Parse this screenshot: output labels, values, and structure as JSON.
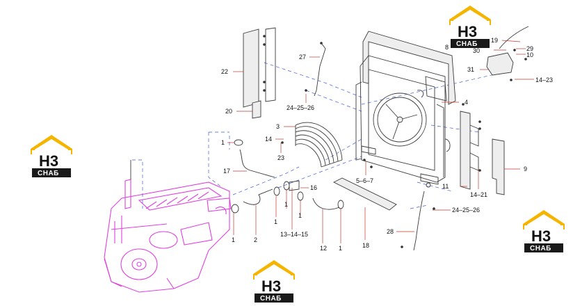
{
  "colors": {
    "leader": "#c0392b",
    "dashed_link": "#3b5bdb",
    "engine": "#e040e0",
    "logo_gold": "#f5b400",
    "logo_dark": "#1a1a1a"
  },
  "logo": {
    "top_text": "H3",
    "bottom_text": "CHAБ"
  },
  "callouts": {
    "c8": "8",
    "c19": "19",
    "c29": "29",
    "c10": "10",
    "c30": "30",
    "c31": "31",
    "c14_23_top": "14–23",
    "c22": "22",
    "c27": "27",
    "c24_25_26_top": "24–25–26",
    "c20": "20",
    "c4": "4",
    "c3": "3",
    "c14_mid": "14",
    "c23": "23",
    "c1_a": "1",
    "c17": "17",
    "c5_6_7": "5–6–7",
    "c9": "9",
    "c11": "11",
    "c14_21": "14–21",
    "c16": "16",
    "c1_b": "1",
    "c1_c": "1",
    "c24_25_26_bot": "24–25–26",
    "c28": "28",
    "c1_d": "1",
    "c2": "2",
    "c1_e": "1",
    "c13_14_15": "13–14–15",
    "c12": "12",
    "c1_f": "1",
    "c18": "18"
  }
}
